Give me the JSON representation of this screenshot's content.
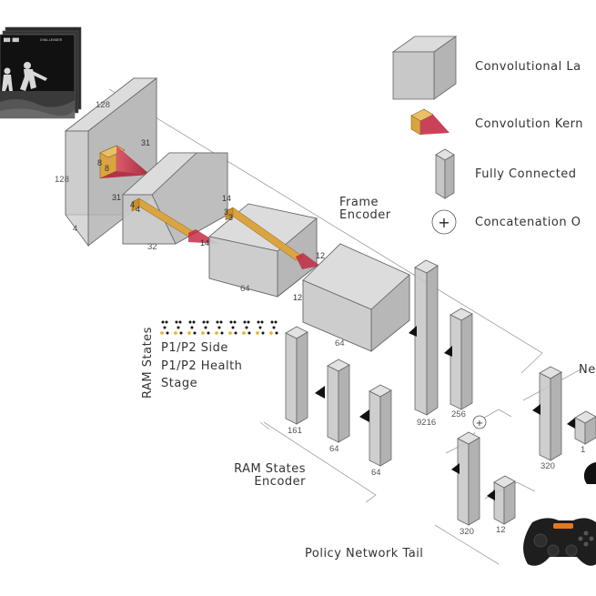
{
  "legend": {
    "conv_layer": "Convolutional La",
    "conv_kernel": "Convolution Kern",
    "fully_connected": "Fully Connected",
    "concat": "Concatenation O"
  },
  "frame_encoder": {
    "line1": "Frame",
    "line2": "Encoder"
  },
  "ram_states_title": "RAM States",
  "ram_fields": {
    "side": "P1/P2 Side",
    "health": "P1/P2 Health",
    "stage": "Stage"
  },
  "ram_encoder": {
    "line1": "RAM States",
    "line2": "Encoder"
  },
  "policy_tail": "Policy Network Tail",
  "ne_partial": "Ne",
  "game_hud": {
    "left": "███ ███",
    "right": "CHALLENGER"
  },
  "conv_dims": {
    "c1_h": "128",
    "c1_w": "128",
    "c1_d": "4",
    "k1_a": "8",
    "k1_b": "8",
    "o1_a": "31",
    "o1_b": "31",
    "c2_d": "32",
    "k2_a": "4",
    "k2_b": "4",
    "o2_a": "14",
    "o2_b": "14",
    "c3_d": "64",
    "k3_a": "3",
    "k3_b": "3",
    "o3_a": "12",
    "o3_b": "12",
    "c4_d": "64"
  },
  "fc_sizes": {
    "frame_flat": "9216",
    "frame_fc": "256",
    "ram_in": "161",
    "ram_fc1": "64",
    "ram_fc2": "64",
    "tail_concat": "320",
    "tail_fc": "12",
    "right_fc": "320",
    "right_out": "1"
  },
  "concat_symbol": "+",
  "colors": {
    "block": "#c4c4c4",
    "kernel": "#d9a441",
    "cone": "#c0223b",
    "dot": "#e2b321"
  }
}
